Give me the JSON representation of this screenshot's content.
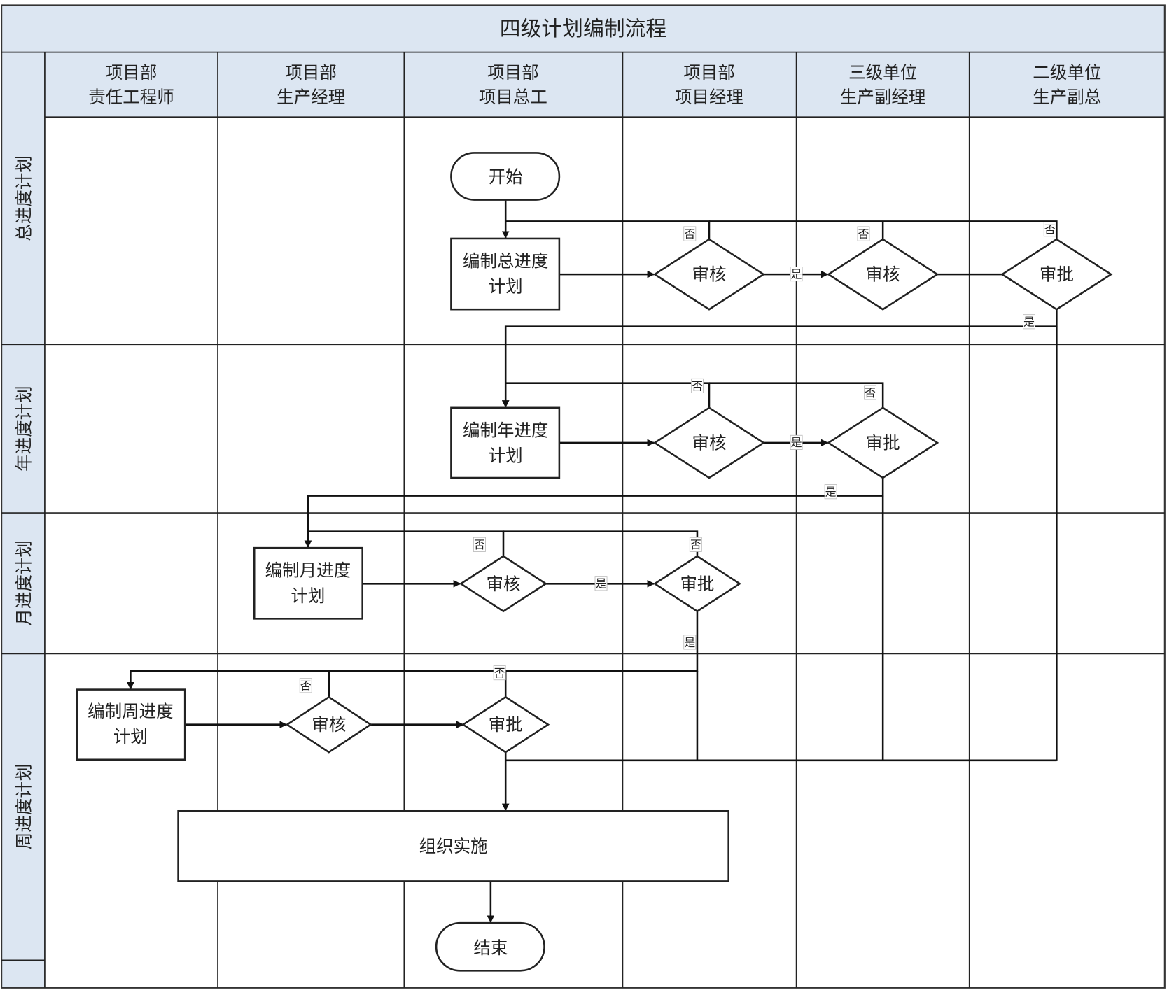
{
  "title": "四级计划编制流程",
  "columns": [
    {
      "line1": "项目部",
      "line2": "责任工程师"
    },
    {
      "line1": "项目部",
      "line2": "生产经理"
    },
    {
      "line1": "项目部",
      "line2": "项目总工"
    },
    {
      "line1": "项目部",
      "line2": "项目经理"
    },
    {
      "line1": "三级单位",
      "line2": "生产副经理"
    },
    {
      "line1": "二级单位",
      "line2": "生产副总"
    }
  ],
  "lanes": [
    "总进度计划",
    "年进度计划",
    "月进度计划",
    "周进度计划"
  ],
  "nodes": {
    "start": "开始",
    "master_plan": {
      "line1": "编制总进度",
      "line2": "计划"
    },
    "master_review1": "审核",
    "master_review2": "审核",
    "master_approve": "审批",
    "year_plan": {
      "line1": "编制年进度",
      "line2": "计划"
    },
    "year_review": "审核",
    "year_approve": "审批",
    "month_plan": {
      "line1": "编制月进度",
      "line2": "计划"
    },
    "month_review": "审核",
    "month_approve": "审批",
    "week_plan": {
      "line1": "编制周进度",
      "line2": "计划"
    },
    "week_review": "审核",
    "week_approve": "审批",
    "implement": "组织实施",
    "end": "结束"
  },
  "edge_labels": {
    "yes": "是",
    "no": "否"
  },
  "colors": {
    "header_bg": "#dce6f2",
    "line": "#222222"
  }
}
